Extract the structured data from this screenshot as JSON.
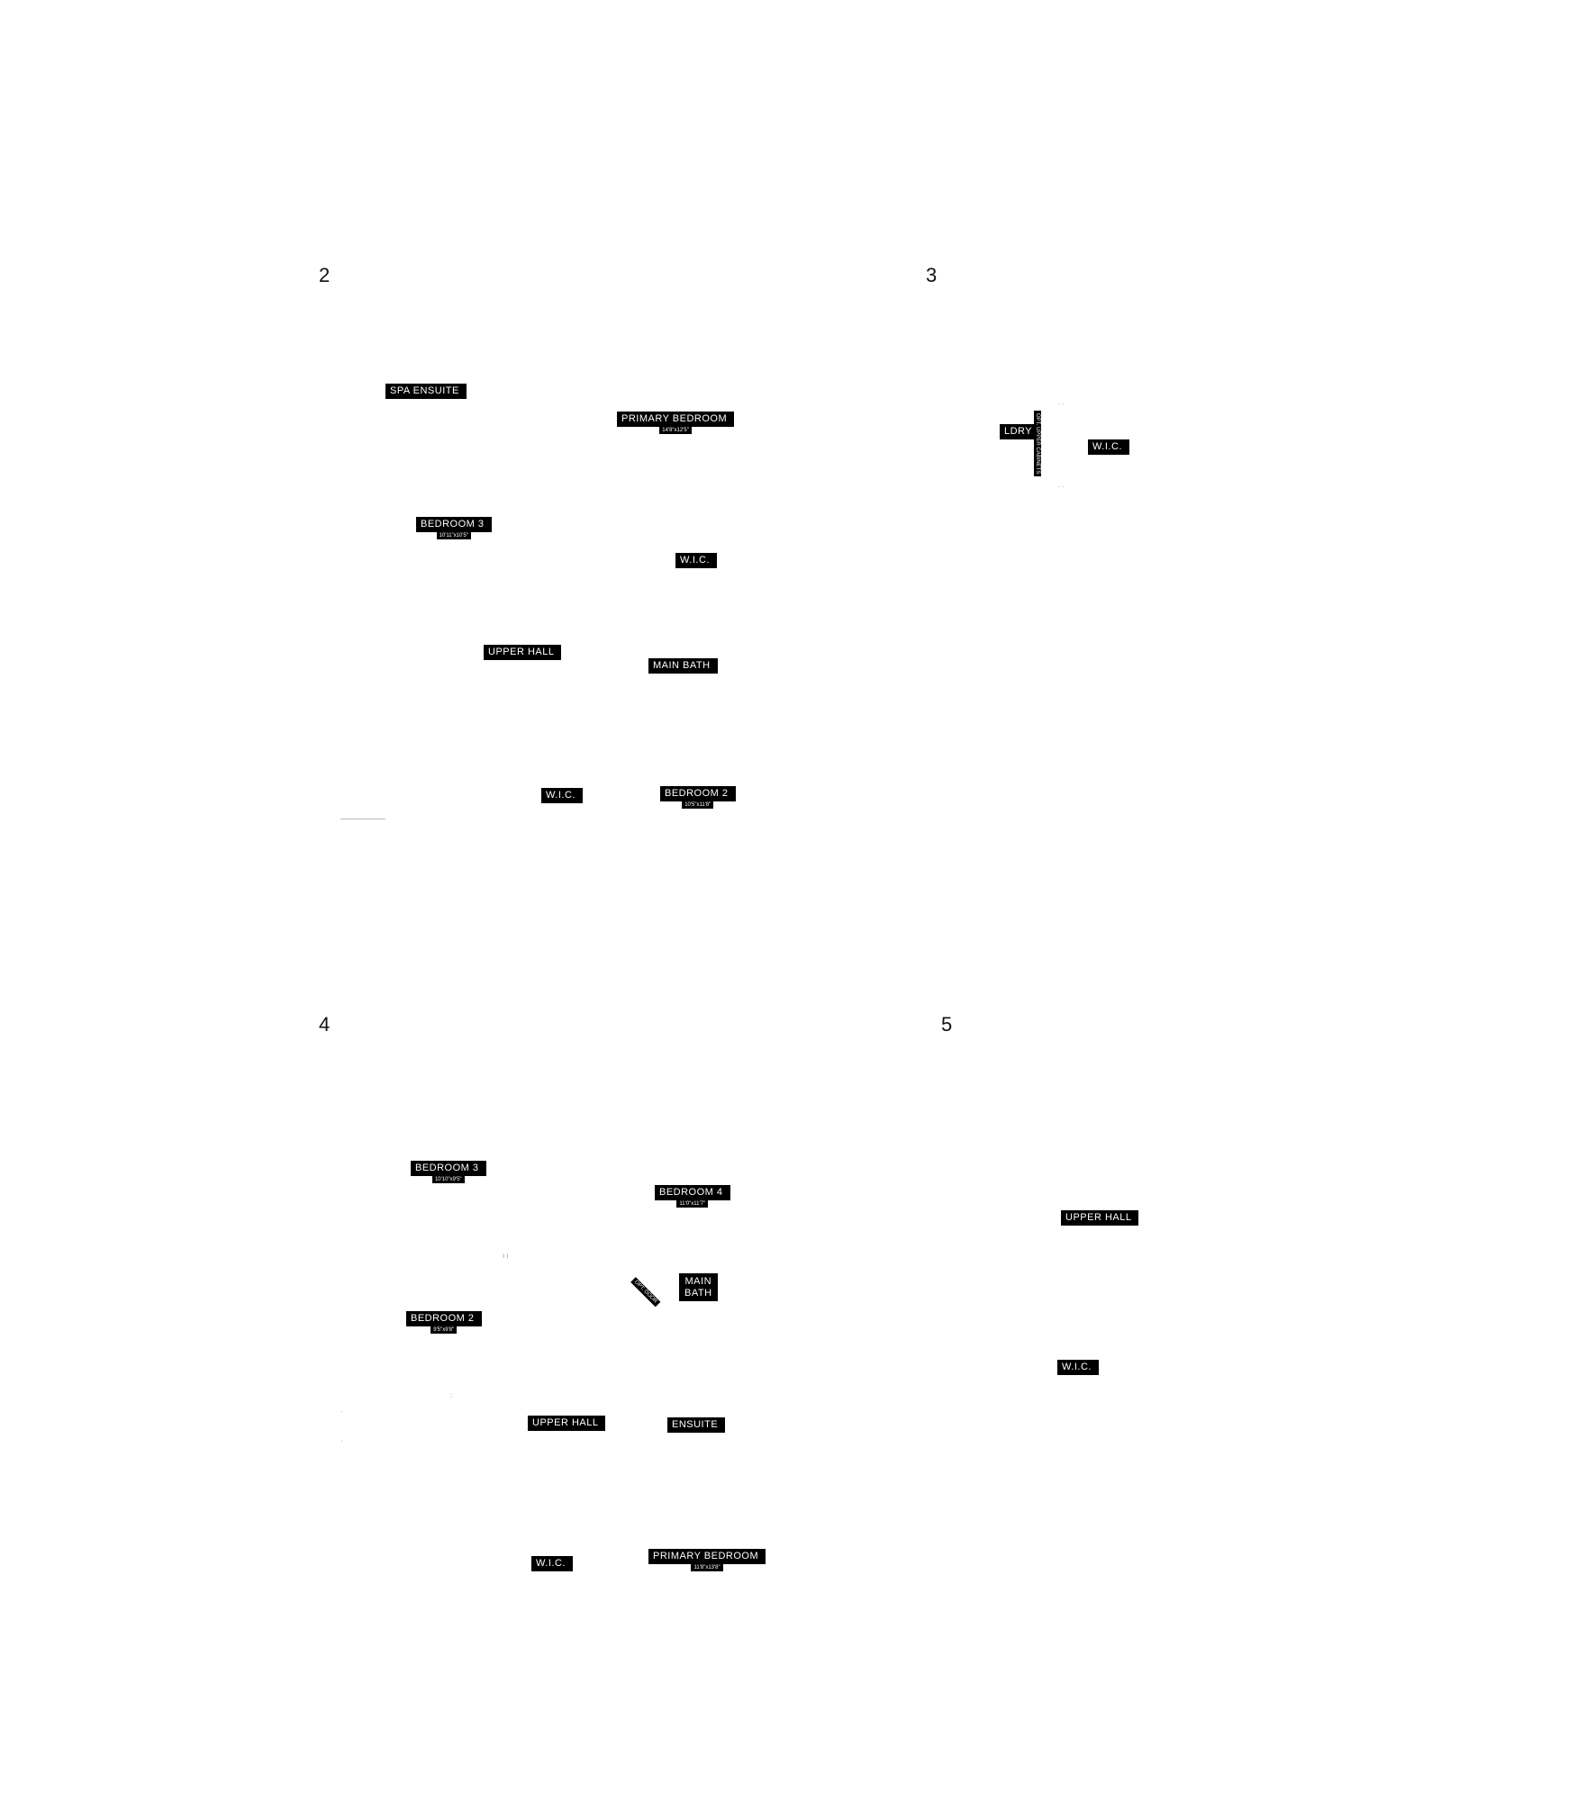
{
  "panels": [
    {
      "number": "2",
      "labels": [
        {
          "name": "SPA ENSUITE",
          "dim": ""
        },
        {
          "name": "PRIMARY BEDROOM",
          "dim": "14'8\"x12'5\""
        },
        {
          "name": "BEDROOM 3",
          "dim": "10'11\"x10'5\""
        },
        {
          "name": "W.I.C.",
          "dim": ""
        },
        {
          "name": "UPPER HALL",
          "dim": ""
        },
        {
          "name": "MAIN BATH",
          "dim": ""
        },
        {
          "name": "W.I.C.",
          "dim": ""
        },
        {
          "name": "BEDROOM 2",
          "dim": "10'5\"x11'8\""
        }
      ]
    },
    {
      "number": "3",
      "labels": [
        {
          "name": "LDRY",
          "dim": ""
        },
        {
          "name": "W.I.C.",
          "dim": ""
        }
      ],
      "annotation": "OPT. UPPER CABINETS"
    },
    {
      "number": "4",
      "labels": [
        {
          "name": "BEDROOM 3",
          "dim": "10'10\"x9'5\""
        },
        {
          "name": "BEDROOM 4",
          "dim": "11'0\"x11'7\""
        },
        {
          "name": "MAIN\nBATH",
          "dim": ""
        },
        {
          "name": "BEDROOM 2",
          "dim": "9'5\"x9'8\""
        },
        {
          "name": "UPPER HALL",
          "dim": ""
        },
        {
          "name": "ENSUITE",
          "dim": ""
        },
        {
          "name": "W.I.C.",
          "dim": ""
        },
        {
          "name": "PRIMARY BEDROOM",
          "dim": "11'8\"x13'8\""
        }
      ],
      "annotation": "OPT. DOOR"
    },
    {
      "number": "5",
      "labels": [
        {
          "name": "UPPER HALL",
          "dim": ""
        },
        {
          "name": "W.I.C.",
          "dim": ""
        }
      ]
    }
  ]
}
